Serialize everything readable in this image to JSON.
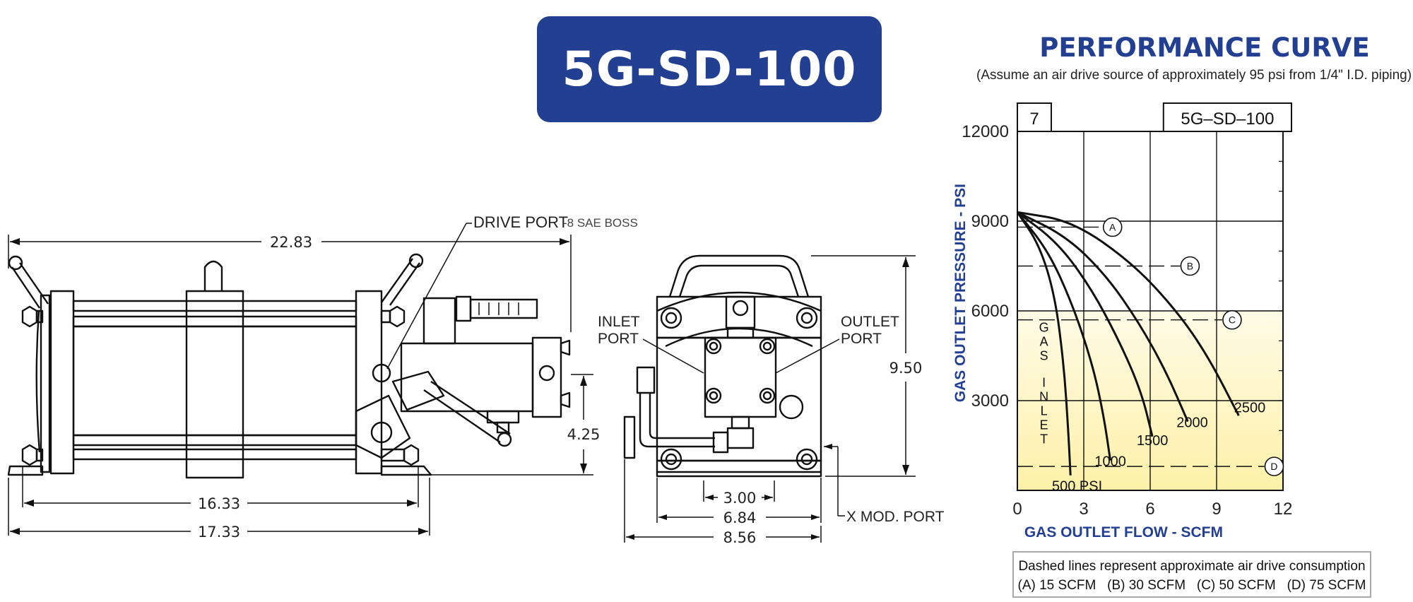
{
  "model": "5G-SD-100",
  "performance": {
    "title": "PERFORMANCE CURVE",
    "subtitle": "(Assume an air drive source of approximately 95 psi from 1/4\" I.D. piping)"
  },
  "drawing": {
    "drive_port": "DRIVE PORT",
    "drive_port_note": "-8 SAE BOSS",
    "inlet_port_1": "INLET",
    "inlet_port_2": "PORT",
    "outlet_port_1": "OUTLET",
    "outlet_port_2": "PORT",
    "x_mod_port": "X MOD. PORT",
    "dims": {
      "overall_length": "22.83",
      "rod_spacing": "16.33",
      "base_length": "17.33",
      "height_side": "4.25",
      "height_front": "9.50",
      "front_inner": "3.00",
      "front_mid": "6.84",
      "front_outer": "8.56"
    }
  },
  "chart_data": {
    "type": "line",
    "box_left": "7",
    "box_right": "5G–SD–100",
    "xlabel": "GAS OUTLET FLOW - SCFM",
    "ylabel": "GAS OUTLET PRESSURE - PSI",
    "xlim": [
      0,
      12
    ],
    "ylim": [
      0,
      12000
    ],
    "x_ticks": [
      "0",
      "3",
      "6",
      "9",
      "12"
    ],
    "y_ticks": [
      "3000",
      "6000",
      "9000",
      "12000"
    ],
    "grid": true,
    "shaded_band": {
      "from": 0,
      "to": 6000,
      "color_top": "#fffbe6",
      "color_bottom": "#fdf1a8"
    },
    "inlet_label": "GAS INLET",
    "series": [
      {
        "name": "500 PSI",
        "points": [
          [
            0,
            9300
          ],
          [
            1.0,
            8200
          ],
          [
            1.7,
            6500
          ],
          [
            2.1,
            4200
          ],
          [
            2.3,
            2000
          ],
          [
            2.4,
            500
          ]
        ]
      },
      {
        "name": "1000",
        "points": [
          [
            0,
            9300
          ],
          [
            1.4,
            8000
          ],
          [
            2.5,
            6200
          ],
          [
            3.4,
            4200
          ],
          [
            3.9,
            2500
          ],
          [
            4.2,
            1000
          ]
        ]
      },
      {
        "name": "1500",
        "points": [
          [
            0,
            9300
          ],
          [
            1.8,
            8300
          ],
          [
            3.3,
            6800
          ],
          [
            4.6,
            5000
          ],
          [
            5.6,
            3300
          ],
          [
            6.1,
            1800
          ]
        ]
      },
      {
        "name": "2000",
        "points": [
          [
            0,
            9300
          ],
          [
            2.2,
            8500
          ],
          [
            4.0,
            7200
          ],
          [
            5.5,
            5600
          ],
          [
            6.7,
            4000
          ],
          [
            7.7,
            2300
          ]
        ]
      },
      {
        "name": "2500",
        "points": [
          [
            0,
            9300
          ],
          [
            2.5,
            9000
          ],
          [
            5.2,
            7600
          ],
          [
            7.2,
            6000
          ],
          [
            8.6,
            4500
          ],
          [
            10.0,
            2500
          ]
        ]
      }
    ],
    "series_labels": [
      "500 PSI",
      "1000",
      "1500",
      "2000",
      "2500"
    ],
    "air_consumption": [
      {
        "label": "A",
        "psi": 8800
      },
      {
        "label": "B",
        "psi": 7500
      },
      {
        "label": "C",
        "psi": 5700
      },
      {
        "label": "D",
        "psi": 800
      }
    ]
  },
  "legend": {
    "line1": "Dashed lines represent approximate air drive consumption",
    "line2": "(A) 15 SCFM   (B) 30 SCFM   (C) 50 SCFM   (D) 75 SCFM"
  }
}
